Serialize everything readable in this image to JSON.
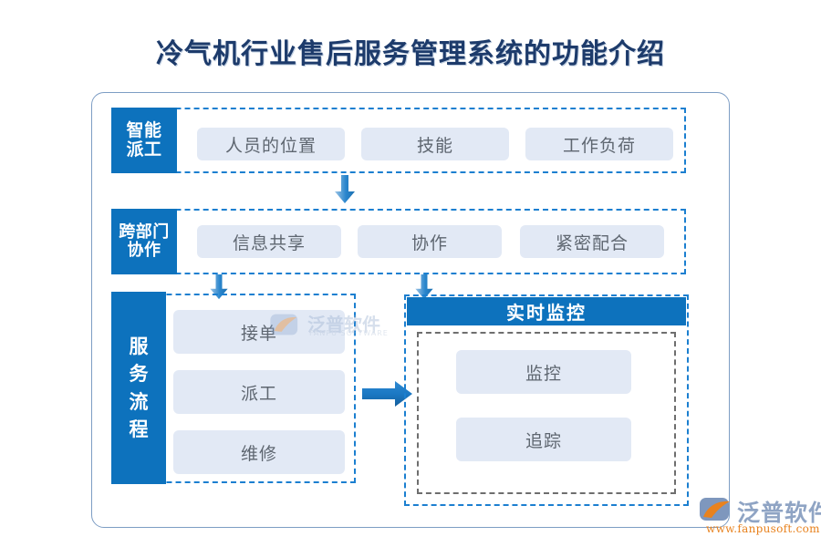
{
  "page": {
    "title": "冷气机行业售后服务管理系统的功能介绍"
  },
  "colors": {
    "accent_blue": "#0d72bd",
    "dashed_blue": "#1b7fd0",
    "chip_bg": "#e2e9f5",
    "chip_text": "#5e6670",
    "title_text": "#1d3b6b",
    "card_border": "#7d9dc4",
    "dashed_gray": "#6e6e6e",
    "logo_orange": "#e8821e"
  },
  "diagram": {
    "rows": [
      {
        "label": "智能派工",
        "label_lines": [
          "智能",
          "派工"
        ],
        "items": [
          "人员的位置",
          "技能",
          "工作负荷"
        ]
      },
      {
        "label": "跨部门协作",
        "label_lines": [
          "跨部门",
          "协作"
        ],
        "items": [
          "信息共享",
          "协作",
          "紧密配合"
        ]
      }
    ],
    "service_flow": {
      "label": "服务流程",
      "label_chars": [
        "服",
        "务",
        "流",
        "程"
      ],
      "items": [
        "接单",
        "派工",
        "维修"
      ]
    },
    "monitor": {
      "header": "实时监控",
      "items": [
        "监控",
        "追踪"
      ]
    },
    "arrows": [
      {
        "name": "arrow-dispatch-to-crossdept",
        "direction": "down"
      },
      {
        "name": "arrow-crossdept-to-serviceflow",
        "direction": "down"
      },
      {
        "name": "arrow-crossdept-to-monitor",
        "direction": "down"
      },
      {
        "name": "arrow-serviceflow-to-monitor",
        "direction": "right"
      }
    ]
  },
  "watermark": {
    "brand": "泛普软件",
    "sub": "FANPU SOFTWARE"
  },
  "logo": {
    "brand": "泛普软件",
    "url": "www.fanpusoft.com"
  }
}
